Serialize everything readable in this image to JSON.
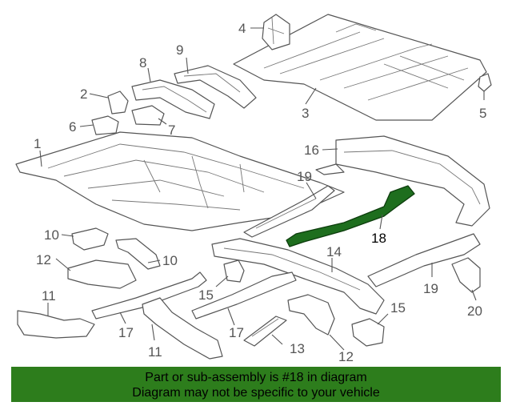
{
  "diagram": {
    "part_numbers": [
      "1",
      "2",
      "3",
      "4",
      "5",
      "6",
      "7",
      "8",
      "9",
      "10",
      "10",
      "11",
      "11",
      "12",
      "12",
      "13",
      "14",
      "15",
      "15",
      "16",
      "17",
      "17",
      "18",
      "19",
      "19",
      "20"
    ],
    "highlighted_part": "18",
    "highlight_color": "#1e6e1e"
  },
  "banner": {
    "line1": "Part or sub-assembly is #18 in diagram",
    "line2": "Diagram may not be specific to your vehicle",
    "background": "#2d7d1c"
  }
}
